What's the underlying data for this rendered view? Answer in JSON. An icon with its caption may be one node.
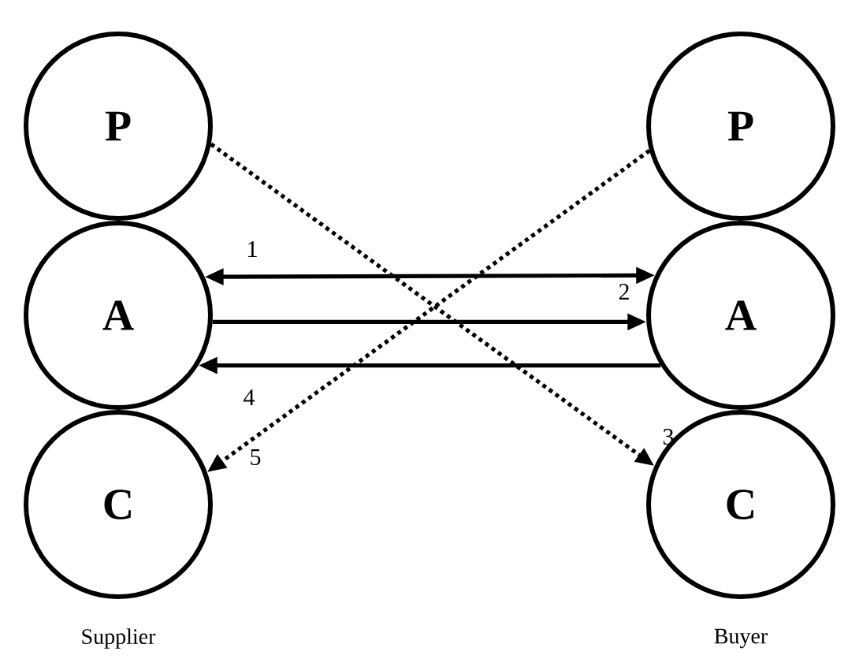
{
  "diagram": {
    "nodes": [
      {
        "text": [
          "P"
        ]
      },
      {
        "text": [
          "A"
        ]
      },
      {
        "text": [
          "C"
        ]
      },
      {
        "text": [
          "P"
        ]
      },
      {
        "text": [
          "A"
        ]
      },
      {
        "text": [
          "C"
        ]
      }
    ],
    "edges": [
      {
        "from": 1,
        "to": 4,
        "arrow": "both",
        "label": "1"
      },
      {
        "from": 1,
        "to": 4,
        "arrow": "to",
        "label": "2"
      },
      {
        "from": 4,
        "to": 1,
        "arrow": "to",
        "label": "4"
      },
      {
        "from": 0,
        "to": 5,
        "arrow": "to",
        "label": "3",
        "style": "dashed"
      },
      {
        "from": 3,
        "to": 2,
        "arrow": "to",
        "label": "5",
        "style": "dashed"
      }
    ],
    "labels": [
      "Supplier",
      "Buyer"
    ]
  }
}
